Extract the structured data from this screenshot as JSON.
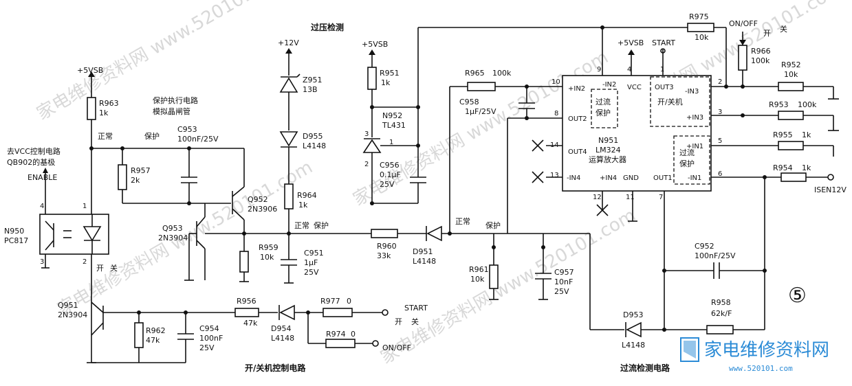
{
  "watermark": "家电维修资料网 www.520101.com",
  "logo": {
    "cn": "家电维修资料网",
    "url": "www.520101.com"
  },
  "circle_label": "⑤",
  "sections": {
    "overvoltage": "过压检测",
    "protect_exec": "保护执行电路",
    "scr": "模拟晶闸管",
    "onoff_ctrl": "开/关机控制电路",
    "overcurrent": "过流检测电路",
    "to_vcc": "去VCC控制电路",
    "q902": "QB902的基极",
    "enable": "ENABLE"
  },
  "states": {
    "normal": "正常",
    "protect": "保护",
    "on": "开",
    "off": "关"
  },
  "power": {
    "v5a": "+5VSB",
    "v5b": "+5VSB",
    "v5c": "+5VSB",
    "v12": "+12V"
  },
  "signals": {
    "start": "START",
    "start2": "START",
    "onoff": "ON/OFF",
    "onoff2": "ON/OFF",
    "isen": "ISEN12V"
  },
  "ic": {
    "name": "N951",
    "type": "LM324",
    "desc": "运算放大器",
    "pins": {
      "p9": "9",
      "p4": "4",
      "p1": "1",
      "p10": "10",
      "p8": "8",
      "p14": "14",
      "p13": "13",
      "p2": "2",
      "p3": "3",
      "p5": "5",
      "p6": "6",
      "p12": "12",
      "p11": "11",
      "p7": "7"
    },
    "labels": {
      "in2p": "+IN2",
      "in2n": "-IN2",
      "vcc": "VCC",
      "out3": "OUT3",
      "in3n": "-IN3",
      "out2": "OUT2",
      "in3p": "+IN3",
      "out4": "OUT4",
      "in1p": "+IN1",
      "in4n": "-IN4",
      "in4p": "+IN4",
      "gnd": "GND",
      "out1": "OUT1",
      "in1n": "-IN1"
    },
    "blocks": {
      "ov1": "过流",
      "ov2": "保护",
      "onoff": "开/关机",
      "oc1": "过流",
      "oc2": "保护"
    }
  },
  "components": {
    "r963": [
      "R963",
      "1k"
    ],
    "r957": [
      "R957",
      "2k"
    ],
    "c953": [
      "C953",
      "100nF/25V"
    ],
    "q952": [
      "Q952",
      "2N3906"
    ],
    "q953": [
      "Q953",
      "2N3904"
    ],
    "r959": [
      "R959",
      "10k"
    ],
    "z951": [
      "Z951",
      "13B"
    ],
    "d955": [
      "D955",
      "L4148"
    ],
    "r964": [
      "R964",
      "1k"
    ],
    "c951": [
      "C951",
      "1μF",
      "25V"
    ],
    "r951": [
      "R951",
      "1k"
    ],
    "n952": [
      "N952",
      "TL431"
    ],
    "c956": [
      "C956",
      "0.1μF",
      "25V"
    ],
    "r960": [
      "R960",
      "33k"
    ],
    "d951": [
      "D951",
      "L4148"
    ],
    "r965": [
      "R965",
      "100k"
    ],
    "c958": [
      "C958",
      "1μF/25V"
    ],
    "r961": [
      "R961",
      "10k"
    ],
    "c957": [
      "C957",
      "10nF",
      "25V"
    ],
    "r975": [
      "R975",
      "10k"
    ],
    "r966": [
      "R966",
      "100k"
    ],
    "r952": [
      "R952",
      "10k"
    ],
    "r953": [
      "R953",
      "100k"
    ],
    "r955": [
      "R955",
      "1k"
    ],
    "r954": [
      "R954",
      "1k"
    ],
    "c952": [
      "C952",
      "100nF/25V"
    ],
    "d953": [
      "D953",
      "L4148"
    ],
    "r958": [
      "R958",
      "62k/F"
    ],
    "n950": [
      "N950",
      "PC817"
    ],
    "q951": [
      "Q951",
      "2N3904"
    ],
    "r962": [
      "R962",
      "47k"
    ],
    "c954": [
      "C954",
      "100nF",
      "25V"
    ],
    "r956": [
      "R956",
      "47k"
    ],
    "d954": [
      "D954",
      "L4148"
    ],
    "r977": [
      "R977",
      "0"
    ],
    "r974": [
      "R974",
      "0"
    ]
  },
  "optopins": {
    "p4": "4",
    "p1": "1",
    "p3": "3",
    "p2": "2"
  }
}
